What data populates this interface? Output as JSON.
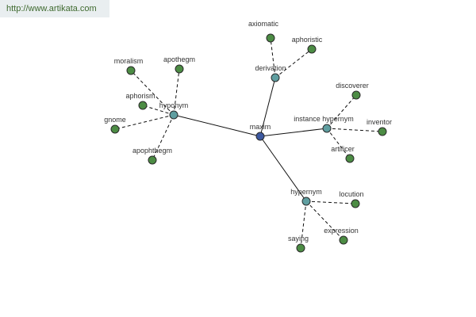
{
  "watermark": {
    "text": "http://www.artikata.com"
  },
  "colors": {
    "root": "#3c58a0",
    "hub": "#5f9ea0",
    "leaf": "#4c8c44",
    "stroke": "#2a2a2a",
    "edge": "#111111"
  },
  "graph": {
    "nodes": [
      {
        "id": "maxim",
        "label": "maxim",
        "kind": "root"
      },
      {
        "id": "derivation",
        "label": "derivation",
        "kind": "hub"
      },
      {
        "id": "hyponym",
        "label": "hyponym",
        "kind": "hub"
      },
      {
        "id": "instance_hypernym",
        "label": "instance hypernym",
        "kind": "hub"
      },
      {
        "id": "hypernym",
        "label": "hypernym",
        "kind": "hub"
      },
      {
        "id": "axiomatic",
        "label": "axiomatic",
        "kind": "leaf"
      },
      {
        "id": "aphoristic",
        "label": "aphoristic",
        "kind": "leaf"
      },
      {
        "id": "moralism",
        "label": "moralism",
        "kind": "leaf"
      },
      {
        "id": "apothegm",
        "label": "apothegm",
        "kind": "leaf"
      },
      {
        "id": "aphorism",
        "label": "aphorism",
        "kind": "leaf"
      },
      {
        "id": "gnome",
        "label": "gnome",
        "kind": "leaf"
      },
      {
        "id": "apophthegm",
        "label": "apophthegm",
        "kind": "leaf"
      },
      {
        "id": "discoverer",
        "label": "discoverer",
        "kind": "leaf"
      },
      {
        "id": "inventor",
        "label": "inventor",
        "kind": "leaf"
      },
      {
        "id": "artificer",
        "label": "artificer",
        "kind": "leaf"
      },
      {
        "id": "locution",
        "label": "locution",
        "kind": "leaf"
      },
      {
        "id": "expression",
        "label": "expression",
        "kind": "leaf"
      },
      {
        "id": "saying",
        "label": "saying",
        "kind": "leaf"
      }
    ],
    "edges": [
      {
        "from": "maxim",
        "to": "derivation",
        "style": "solid"
      },
      {
        "from": "maxim",
        "to": "hyponym",
        "style": "solid"
      },
      {
        "from": "maxim",
        "to": "instance_hypernym",
        "style": "solid"
      },
      {
        "from": "maxim",
        "to": "hypernym",
        "style": "solid"
      },
      {
        "from": "derivation",
        "to": "axiomatic",
        "style": "dashed"
      },
      {
        "from": "derivation",
        "to": "aphoristic",
        "style": "dashed"
      },
      {
        "from": "hyponym",
        "to": "moralism",
        "style": "dashed"
      },
      {
        "from": "hyponym",
        "to": "apothegm",
        "style": "dashed"
      },
      {
        "from": "hyponym",
        "to": "aphorism",
        "style": "dashed"
      },
      {
        "from": "hyponym",
        "to": "gnome",
        "style": "dashed"
      },
      {
        "from": "hyponym",
        "to": "apophthegm",
        "style": "dashed"
      },
      {
        "from": "instance_hypernym",
        "to": "discoverer",
        "style": "dashed"
      },
      {
        "from": "instance_hypernym",
        "to": "inventor",
        "style": "dashed"
      },
      {
        "from": "instance_hypernym",
        "to": "artificer",
        "style": "dashed"
      },
      {
        "from": "hypernym",
        "to": "locution",
        "style": "dashed"
      },
      {
        "from": "hypernym",
        "to": "expression",
        "style": "dashed"
      },
      {
        "from": "hypernym",
        "to": "saying",
        "style": "dashed"
      }
    ]
  }
}
